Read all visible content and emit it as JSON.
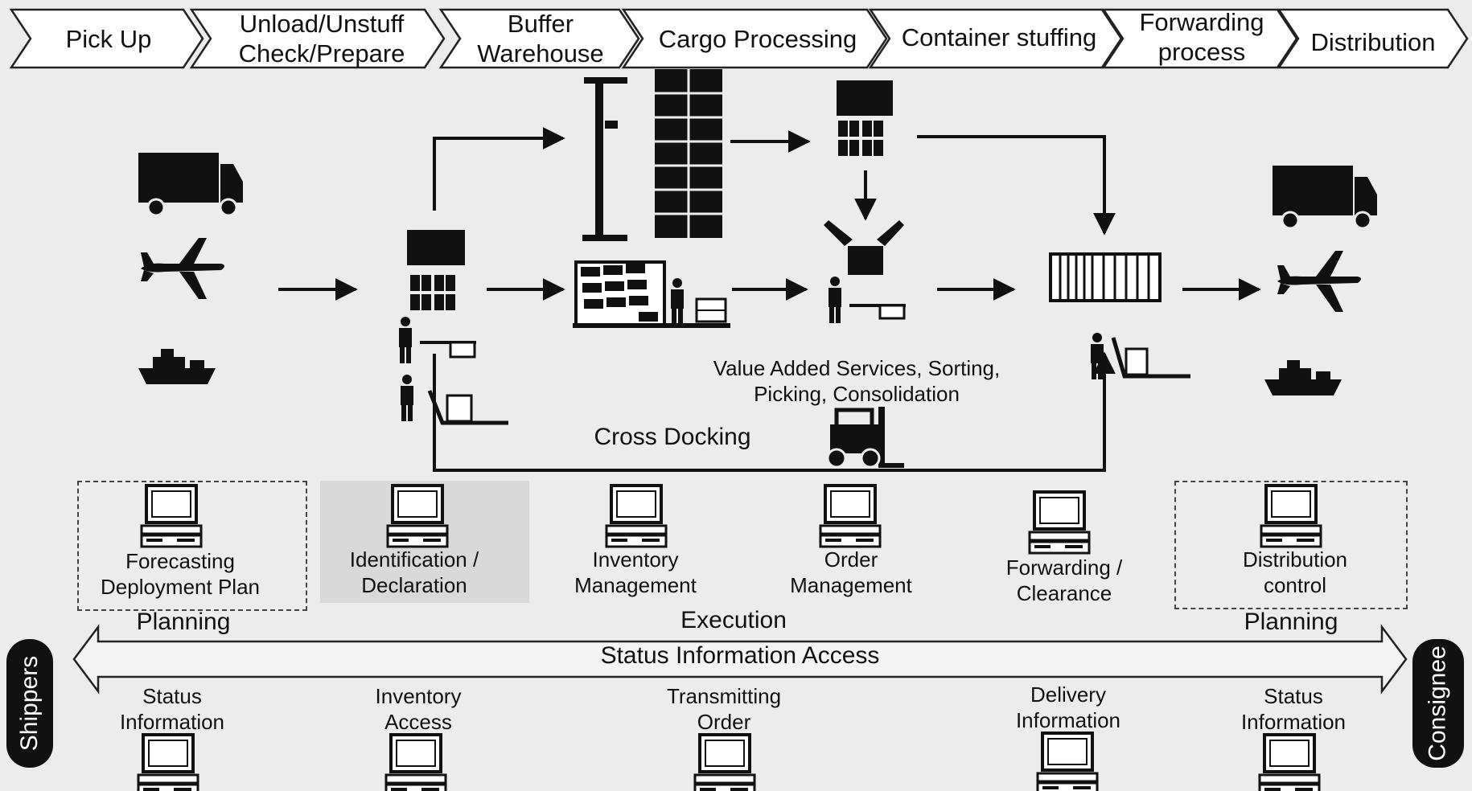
{
  "stages": [
    "Pick Up",
    "Unload/Unstuff\nCheck/Prepare",
    "Buffer\nWarehouse",
    "Cargo Processing",
    "Container stuffing",
    "Forwarding\nprocess",
    "Distribution"
  ],
  "flow": {
    "value_added": "Value Added Services, Sorting,\nPicking, Consolidation",
    "cross_docking": "Cross Docking"
  },
  "systems": [
    "Forecasting\nDeployment Plan",
    "Identification /\nDeclaration",
    "Inventory\nManagement",
    "Order\nManagement",
    "Forwarding /\nClearance",
    "Distribution\ncontrol"
  ],
  "phases": {
    "planning_left": "Planning",
    "execution": "Execution",
    "planning_right": "Planning"
  },
  "status_bar": "Status Information Access",
  "parties": {
    "left": "Shippers",
    "right": "Consignee"
  },
  "access_points": [
    "Status\nInformation",
    "Inventory\nAccess",
    "Transmitting\nOrder",
    "Delivery\nInformation",
    "Status\nInformation"
  ],
  "colors": {
    "background": "#ececec",
    "ink": "#111111",
    "shade": "#d9d9d9"
  }
}
